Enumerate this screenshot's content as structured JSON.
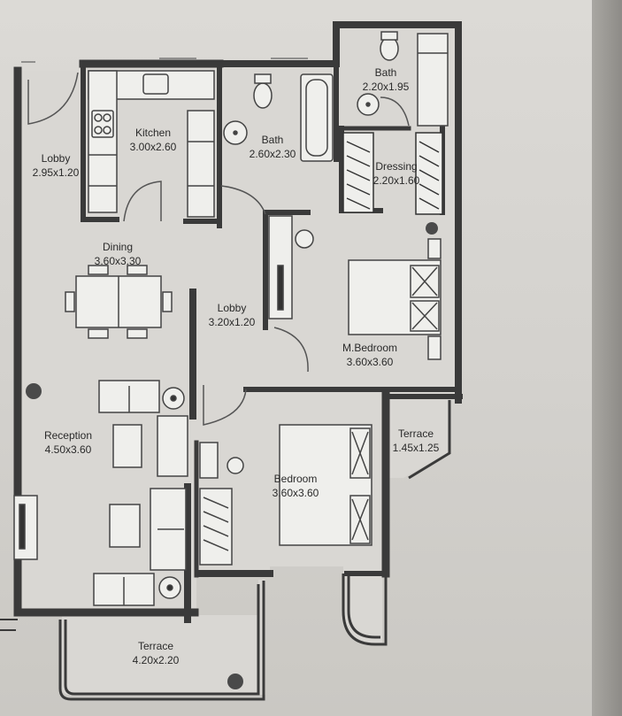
{
  "rooms": {
    "lobby_entry": {
      "name": "Lobby",
      "size": "2.95x1.20"
    },
    "kitchen": {
      "name": "Kitchen",
      "size": "3.00x2.60"
    },
    "bath_main": {
      "name": "Bath",
      "size": "2.60x2.30"
    },
    "bath_ensuite": {
      "name": "Bath",
      "size": "2.20x1.95"
    },
    "dressing": {
      "name": "Dressing",
      "size": "2.20x1.60"
    },
    "dining": {
      "name": "Dining",
      "size": "3.60x3.30"
    },
    "lobby_inner": {
      "name": "Lobby",
      "size": "3.20x1.20"
    },
    "master_bedroom": {
      "name": "M.Bedroom",
      "size": "3.60x3.60"
    },
    "reception": {
      "name": "Reception",
      "size": "4.50x3.60"
    },
    "bedroom": {
      "name": "Bedroom",
      "size": "3.60x3.60"
    },
    "terrace_small": {
      "name": "Terrace",
      "size": "1.45x1.25"
    },
    "terrace_main": {
      "name": "Terrace",
      "size": "4.20x2.20"
    }
  },
  "colors": {
    "wall": "#3a3a3a",
    "floor": "#d8d6d2",
    "furniture": "#efefec",
    "plant": "#4a4a4a"
  }
}
